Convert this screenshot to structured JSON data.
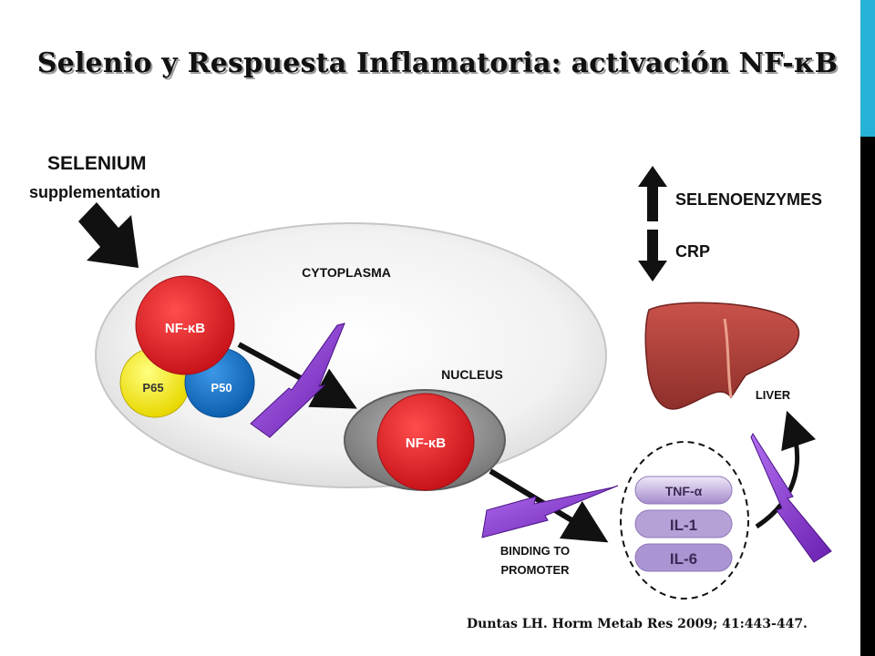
{
  "title": "Selenio y Respuesta Inflamatoria: activación NF-κB",
  "selenium": {
    "line1": "SELENIUM",
    "line2": "supplementation"
  },
  "cell": {
    "cytoplasm_label": "CYTOPLASMA",
    "nucleus_label": "NUCLEUS",
    "nfkb_label": "NF-κB",
    "p65_label": "P65",
    "p50_label": "P50",
    "nucleus_nfkb_label": "NF-κB"
  },
  "promoter_label_line1": "BINDING TO",
  "promoter_label_line2": "PROMOTER",
  "cytokines": [
    "TNF-α",
    "IL-1",
    "IL-6"
  ],
  "liver_label": "LIVER",
  "markers": {
    "up": "SELENOENZYMES",
    "down": "CRP"
  },
  "citation": "Duntas LH. Horm Metab Res 2009; 41:443-447.",
  "colors": {
    "nfkb_red": "#e01e22",
    "p65_yellow": "#f4ee20",
    "p50_blue": "#1a74c8",
    "bolt_purple": "#8a35c8",
    "cytokine_lavender": "#b7a2d6",
    "accent_cyan": "#26b1d6"
  }
}
